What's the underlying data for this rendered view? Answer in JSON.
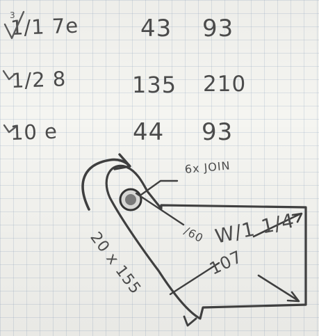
{
  "rows": [
    {
      "prefix": "3",
      "label": "1/1 7e",
      "a": "43",
      "b": "93"
    },
    {
      "label": "1/2 8",
      "a": "135",
      "b": "210"
    },
    {
      "label": "10 e",
      "a": "44",
      "b": "93"
    }
  ],
  "sketch": {
    "label_top": "6x JOIN",
    "label_hole": "/60",
    "label_width": "W/1 1/4",
    "label_arm": "20 x 155",
    "label_span": "107"
  }
}
